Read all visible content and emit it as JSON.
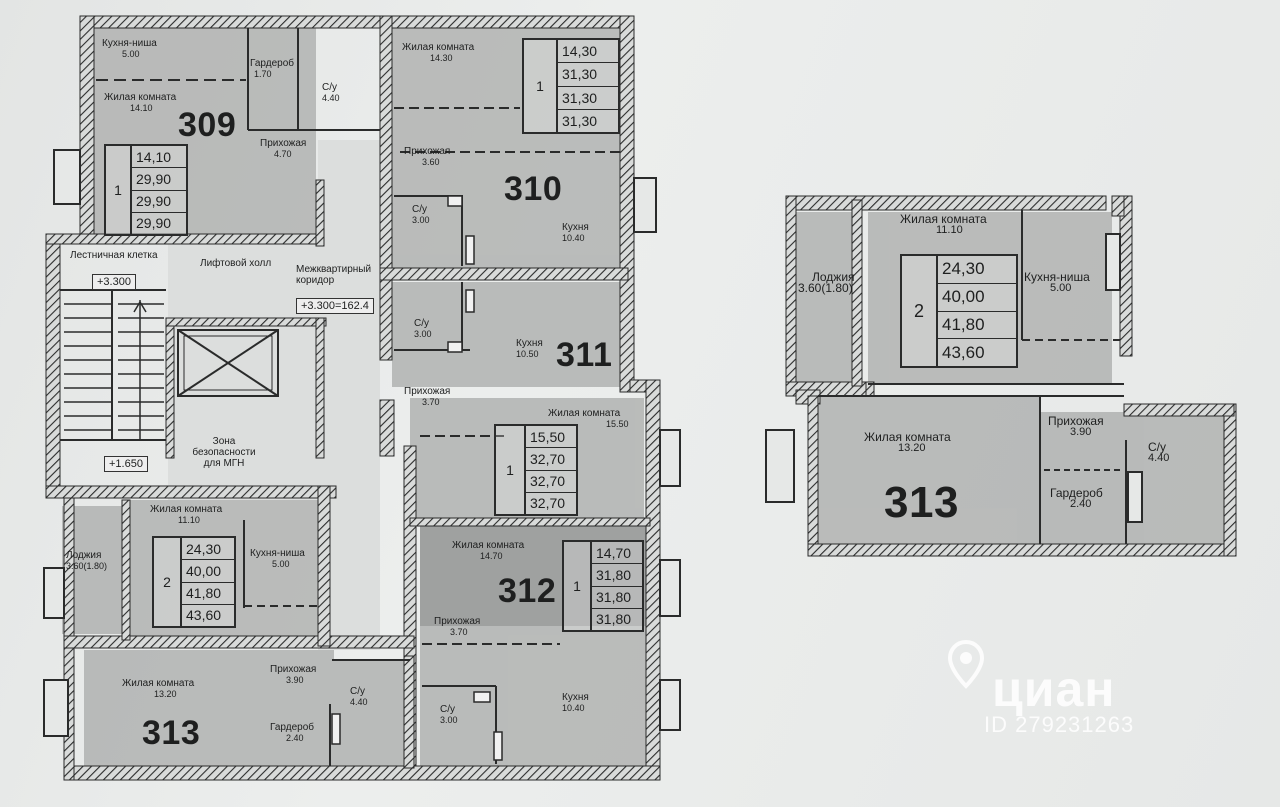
{
  "watermark": {
    "brand": "циан",
    "id_text": "ID 279231263"
  },
  "plan_main": {
    "common": {
      "stair_label": "Лестничная клетка",
      "stair_level": "+3.300",
      "lift_hall": "Лифтовой холл",
      "corridor": "Межквартирный коридор",
      "corridor_mark": "+3.300=162.4",
      "safety_zone": "Зона безопасности для МГН",
      "lower_level": "+1.650"
    },
    "apartments": [
      {
        "number": "309",
        "rooms": "1",
        "areas": [
          "14,10",
          "29,90",
          "29,90",
          "29,90"
        ],
        "labels": [
          {
            "name": "Кухня-ниша",
            "area": "5.00"
          },
          {
            "name": "Жилая комната",
            "area": "14.10"
          },
          {
            "name": "Гардероб",
            "area": "1.70"
          },
          {
            "name": "С/у",
            "area": "4.40"
          },
          {
            "name": "Прихожая",
            "area": "4.70"
          }
        ]
      },
      {
        "number": "310",
        "rooms": "1",
        "areas": [
          "14,30",
          "31,30",
          "31,30",
          "31,30"
        ],
        "labels": [
          {
            "name": "Жилая комната",
            "area": "14.30"
          },
          {
            "name": "Прихожая",
            "area": "3.60"
          },
          {
            "name": "С/у",
            "area": "3.00"
          },
          {
            "name": "Кухня",
            "area": "10.40"
          }
        ]
      },
      {
        "number": "311",
        "rooms": "1",
        "areas": [
          "15,50",
          "32,70",
          "32,70",
          "32,70"
        ],
        "labels": [
          {
            "name": "С/у",
            "area": "3.00"
          },
          {
            "name": "Кухня",
            "area": "10.50"
          },
          {
            "name": "Прихожая",
            "area": "3.70"
          },
          {
            "name": "Жилая комната",
            "area": "15.50"
          }
        ]
      },
      {
        "number": "312",
        "rooms": "1",
        "areas": [
          "14,70",
          "31,80",
          "31,80",
          "31,80"
        ],
        "labels": [
          {
            "name": "Жилая комната",
            "area": "14.70"
          },
          {
            "name": "Прихожая",
            "area": "3.70"
          },
          {
            "name": "С/у",
            "area": "3.00"
          },
          {
            "name": "Кухня",
            "area": "10.40"
          }
        ]
      },
      {
        "number": "313",
        "rooms": "2",
        "areas": [
          "24,30",
          "40,00",
          "41,80",
          "43,60"
        ],
        "labels": [
          {
            "name": "Жилая комната",
            "area": "11.10"
          },
          {
            "name": "Лоджия",
            "area": "3.60(1.80)"
          },
          {
            "name": "Кухня-ниша",
            "area": "5.00"
          },
          {
            "name": "Прихожая",
            "area": "3.90"
          },
          {
            "name": "Жилая комната",
            "area": "13.20"
          },
          {
            "name": "С/у",
            "area": "4.40"
          },
          {
            "name": "Гардероб",
            "area": "2.40"
          }
        ]
      }
    ]
  },
  "plan_detail": {
    "number": "313",
    "rooms": "2",
    "areas": [
      "24,30",
      "40,00",
      "41,80",
      "43,60"
    ],
    "labels": [
      {
        "name": "Жилая комната",
        "area": "11.10"
      },
      {
        "name": "Лоджия",
        "area": "3.60(1.80)"
      },
      {
        "name": "Кухня-ниша",
        "area": "5.00"
      },
      {
        "name": "Жилая комната",
        "area": "13.20"
      },
      {
        "name": "Прихожая",
        "area": "3.90"
      },
      {
        "name": "С/у",
        "area": "4.40"
      },
      {
        "name": "Гардероб",
        "area": "2.40"
      }
    ]
  }
}
